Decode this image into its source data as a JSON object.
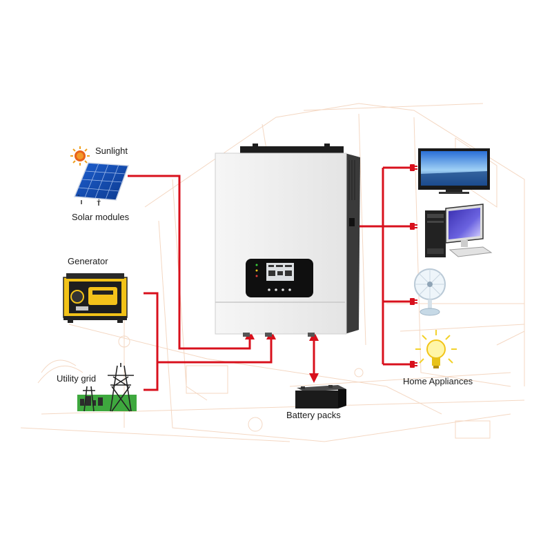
{
  "labels": {
    "sunlight": "Sunlight",
    "solar_modules": "Solar modules",
    "generator": "Generator",
    "utility_grid": "Utility grid",
    "battery_packs": "Battery packs",
    "home_appliances": "Home Appliances",
    "solar_polarity_minus": "-",
    "solar_polarity_plus": "+"
  },
  "colors": {
    "wire": "#d8101c",
    "inverter_body": "#ededed",
    "inverter_side": "#3a3a3a",
    "background_sketch": "#f6d9c4"
  },
  "icons": {
    "sun": "sun-icon",
    "solar_panel": "solar-panel-icon",
    "generator": "generator-icon",
    "grid_tower": "power-tower-icon",
    "inverter": "inverter-icon",
    "battery": "battery-icon",
    "tv": "tv-icon",
    "computer": "computer-icon",
    "fan": "fan-icon",
    "bulb": "light-bulb-icon"
  }
}
